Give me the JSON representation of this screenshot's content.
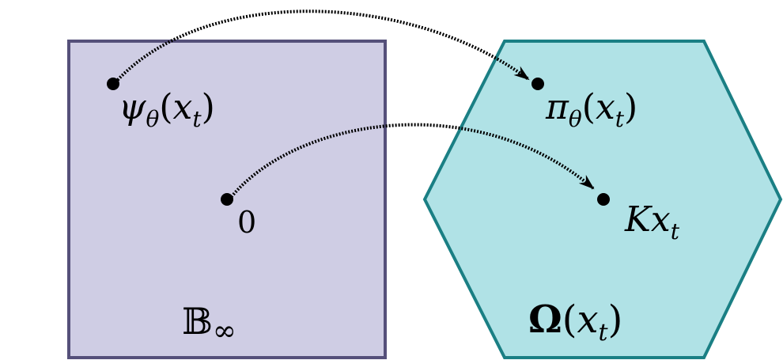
{
  "colors": {
    "box_fill": "#cfcde4",
    "box_stroke": "#55507a",
    "hex_fill": "#b0e2e6",
    "hex_stroke": "#1a7f84",
    "ink": "#000000"
  },
  "labels": {
    "box_set": "𝔹∞",
    "hex_set": "Ω(xt)",
    "psi_point": "ψθ(xt)",
    "zero_point": "0",
    "pi_point": "πθ(xt)",
    "kx_point": "Kxt"
  }
}
